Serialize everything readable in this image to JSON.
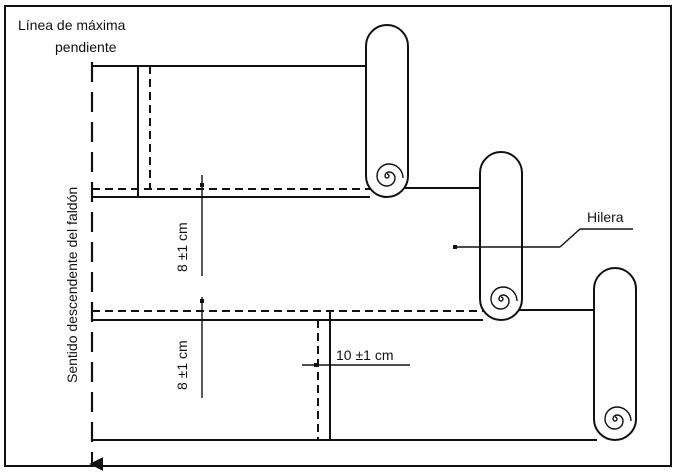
{
  "labels": {
    "max_slope_line_1": "Línea de máxima",
    "max_slope_line_2": "pendiente",
    "descending_direction": "Sentido descendente del faldón",
    "row": "Hilera",
    "overlap_vertical_1": "8 ±1 cm",
    "overlap_vertical_2": "8 ±1 cm",
    "overlap_horizontal": "10 ±1 cm"
  }
}
